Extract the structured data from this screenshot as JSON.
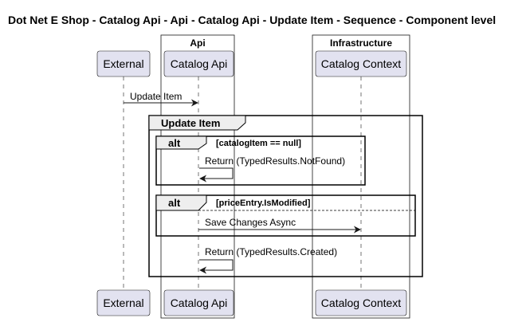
{
  "title": "Dot Net E Shop - Catalog Api - Api - Catalog Api - Update Item - Sequence - Component level",
  "boxes": [
    {
      "title": "Api"
    },
    {
      "title": "Infrastructure"
    }
  ],
  "participants": [
    {
      "name": "External"
    },
    {
      "name": "Catalog Api"
    },
    {
      "name": "Catalog Context"
    }
  ],
  "messages": [
    {
      "label": "Update Item"
    },
    {
      "label": "Return (TypedResults.NotFound)"
    },
    {
      "label": "Save Changes Async"
    },
    {
      "label": "Return (TypedResults.Created)"
    }
  ],
  "groups": [
    {
      "label": "Update Item"
    }
  ],
  "alts": [
    {
      "keyword": "alt",
      "condition": "[catalogItem == null]"
    },
    {
      "keyword": "alt",
      "condition": "[priceEntry.IsModified]"
    }
  ],
  "colors": {
    "participant_fill": "#E2E2F0",
    "participant_stroke": "#181818",
    "box_stroke": "#181818",
    "lifeline": "#181818",
    "frame_stroke": "#000000",
    "tab_fill": "#EEEEEE"
  }
}
